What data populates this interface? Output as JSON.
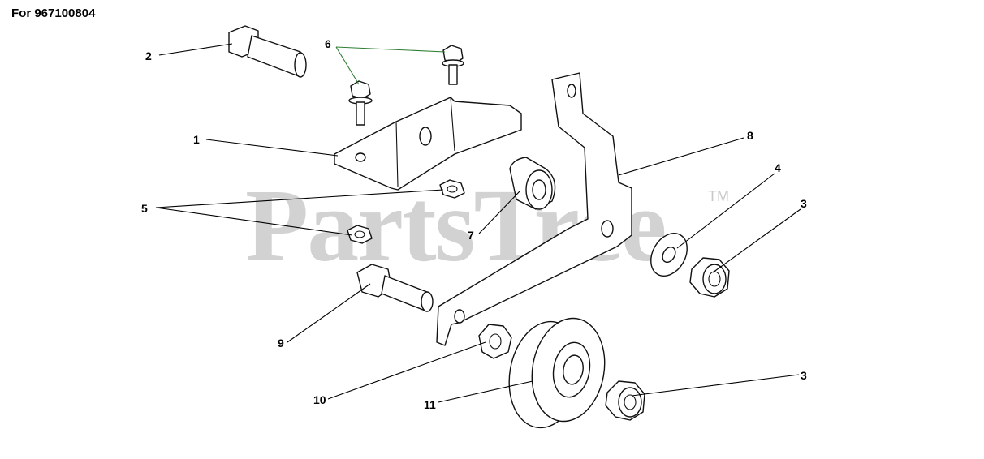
{
  "header": {
    "title": "For 967100804"
  },
  "watermark": {
    "text": "PartsTree",
    "trademark": "TM"
  },
  "callouts": {
    "c1": "1",
    "c2": "2",
    "c3a": "3",
    "c3b": "3",
    "c4": "4",
    "c5": "5",
    "c6": "6",
    "c7": "7",
    "c8": "8",
    "c9": "9",
    "c10": "10",
    "c11": "11"
  },
  "colors": {
    "leader_6": "#2e7d32",
    "watermark": "#d2d2d2"
  }
}
